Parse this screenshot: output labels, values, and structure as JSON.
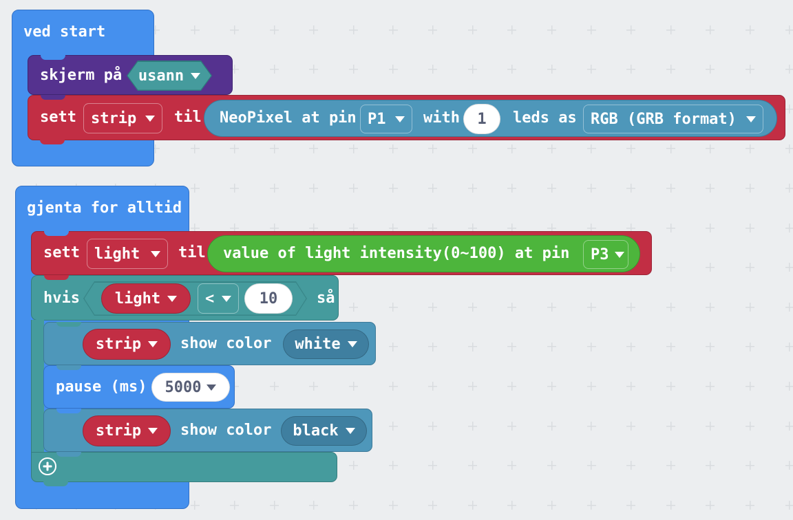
{
  "colors": {
    "background": "#ECEEF0",
    "grid_cross": "#D9DCDF",
    "blue": "#4590EE",
    "blue_border": "#3271C6",
    "purple": "#55328F",
    "purple_border": "#3F2472",
    "red": "#C22E44",
    "red_border": "#9B2436",
    "teal": "#459B9D",
    "teal_border": "#357D7F",
    "steel": "#4E97BA",
    "steel_border": "#3D7A99",
    "steel_dark": "#3F7FA0",
    "green": "#4DB53C",
    "green_border": "#3C9230",
    "oval_text": "#575E75"
  },
  "on_start": {
    "label": "ved start",
    "screen": {
      "label": "skjerm på",
      "value": "usann"
    },
    "set_strip": {
      "kw_set": "sett",
      "variable": "strip",
      "kw_to": "til"
    },
    "neopixel": {
      "t_at_pin": "NeoPixel at pin",
      "pin": "P1",
      "t_with": "with",
      "count": "1",
      "t_leds_as": "leds as",
      "format": "RGB (GRB format)"
    }
  },
  "forever": {
    "label": "gjenta for alltid",
    "set_light": {
      "kw_set": "sett",
      "variable": "light",
      "kw_to": "til"
    },
    "light_sensor": {
      "text": "value of light intensity(0~100) at pin",
      "pin": "P3"
    },
    "if_block": {
      "kw_if": "hvis",
      "kw_then": "så",
      "variable": "light",
      "operator": "<",
      "value": "10"
    },
    "show_white": {
      "variable": "strip",
      "label": "show color",
      "color": "white"
    },
    "pause": {
      "label": "pause (ms)",
      "value": "5000"
    },
    "show_black": {
      "variable": "strip",
      "label": "show color",
      "color": "black"
    }
  }
}
